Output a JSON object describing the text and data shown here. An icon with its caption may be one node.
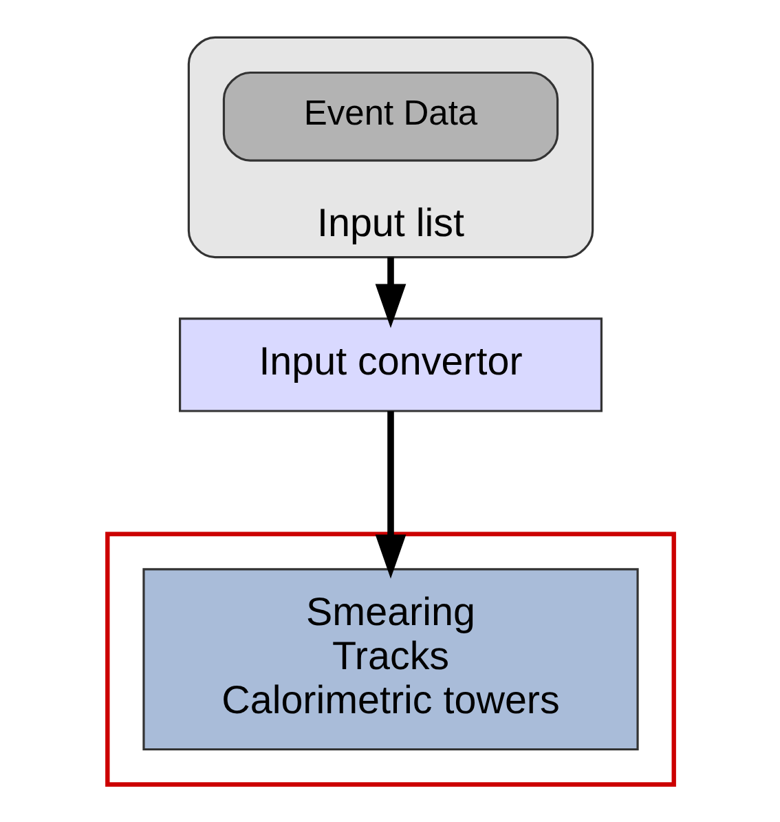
{
  "diagram": {
    "nodes": [
      {
        "text": [
          "Input list"
        ]
      },
      {
        "text": [
          "Event Data"
        ],
        "in": 0
      },
      {
        "text": [
          "Input convertor"
        ]
      },
      {
        "text": [],
        "shape": "box"
      },
      {
        "text": [
          "Smearing",
          "Tracks",
          "Calorimetric towers"
        ],
        "in": 3
      }
    ],
    "edges": [
      {
        "from": 0,
        "to": 2,
        "arrow": "to"
      },
      {
        "from": 2,
        "to": 4,
        "arrow": "to"
      }
    ]
  }
}
